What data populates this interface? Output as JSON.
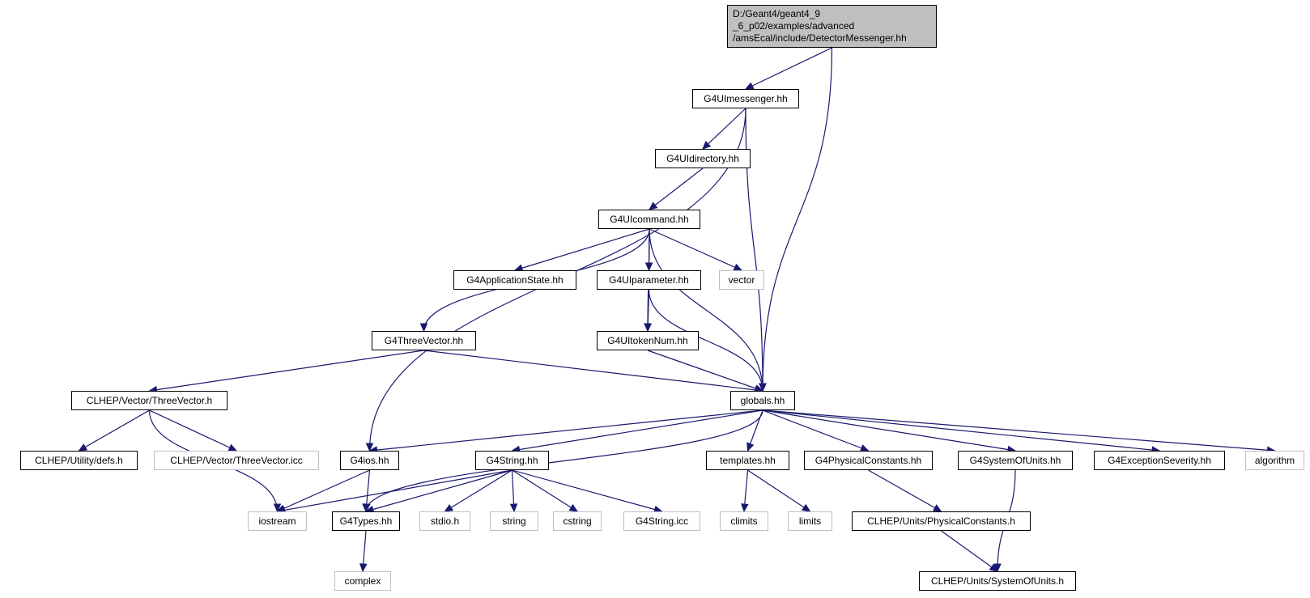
{
  "graph": {
    "colors": {
      "edge": "#191970",
      "node_border": "#000000",
      "system_border": "#bfbfbf",
      "root_fill": "#bfbfbf"
    },
    "root": {
      "id": "root",
      "label_lines": [
        "D:/Geant4/geant4_9",
        "_6_p02/examples/advanced",
        "/amsEcal/include/DetectorMessenger.hh"
      ]
    },
    "nodes": [
      {
        "id": "uimessenger",
        "label": "G4UImessenger.hh",
        "kind": "file"
      },
      {
        "id": "uidirectory",
        "label": "G4UIdirectory.hh",
        "kind": "file"
      },
      {
        "id": "uicommand",
        "label": "G4UIcommand.hh",
        "kind": "file"
      },
      {
        "id": "appstate",
        "label": "G4ApplicationState.hh",
        "kind": "file"
      },
      {
        "id": "uiparameter",
        "label": "G4UIparameter.hh",
        "kind": "file"
      },
      {
        "id": "vector",
        "label": "vector",
        "kind": "system"
      },
      {
        "id": "threevector",
        "label": "G4ThreeVector.hh",
        "kind": "file"
      },
      {
        "id": "uitokennum",
        "label": "G4UItokenNum.hh",
        "kind": "file"
      },
      {
        "id": "clhep_threevector",
        "label": "CLHEP/Vector/ThreeVector.h",
        "kind": "file"
      },
      {
        "id": "globals",
        "label": "globals.hh",
        "kind": "file"
      },
      {
        "id": "clhep_defs",
        "label": "CLHEP/Utility/defs.h",
        "kind": "file"
      },
      {
        "id": "clhep_threevector_icc",
        "label": "CLHEP/Vector/ThreeVector.icc",
        "kind": "system"
      },
      {
        "id": "g4ios",
        "label": "G4ios.hh",
        "kind": "file"
      },
      {
        "id": "g4string",
        "label": "G4String.hh",
        "kind": "file"
      },
      {
        "id": "templates",
        "label": "templates.hh",
        "kind": "file"
      },
      {
        "id": "physconst",
        "label": "G4PhysicalConstants.hh",
        "kind": "file"
      },
      {
        "id": "sysunits",
        "label": "G4SystemOfUnits.hh",
        "kind": "file"
      },
      {
        "id": "excseverity",
        "label": "G4ExceptionSeverity.hh",
        "kind": "file"
      },
      {
        "id": "algorithm",
        "label": "algorithm",
        "kind": "system"
      },
      {
        "id": "iostream",
        "label": "iostream",
        "kind": "system"
      },
      {
        "id": "g4types",
        "label": "G4Types.hh",
        "kind": "file"
      },
      {
        "id": "stdio",
        "label": "stdio.h",
        "kind": "system"
      },
      {
        "id": "string",
        "label": "string",
        "kind": "system"
      },
      {
        "id": "cstring",
        "label": "cstring",
        "kind": "system"
      },
      {
        "id": "g4string_icc",
        "label": "G4String.icc",
        "kind": "system"
      },
      {
        "id": "climits",
        "label": "climits",
        "kind": "system"
      },
      {
        "id": "limits",
        "label": "limits",
        "kind": "system"
      },
      {
        "id": "clhep_physconst",
        "label": "CLHEP/Units/PhysicalConstants.h",
        "kind": "file"
      },
      {
        "id": "complex",
        "label": "complex",
        "kind": "system"
      },
      {
        "id": "clhep_sysunits",
        "label": "CLHEP/Units/SystemOfUnits.h",
        "kind": "file"
      }
    ],
    "edges": [
      [
        "root",
        "uimessenger"
      ],
      [
        "root",
        "globals"
      ],
      [
        "uimessenger",
        "uidirectory"
      ],
      [
        "uimessenger",
        "globals"
      ],
      [
        "uimessenger",
        "g4ios"
      ],
      [
        "uidirectory",
        "uicommand"
      ],
      [
        "uicommand",
        "appstate"
      ],
      [
        "uicommand",
        "uiparameter"
      ],
      [
        "uicommand",
        "vector"
      ],
      [
        "uicommand",
        "threevector"
      ],
      [
        "uicommand",
        "uitokennum"
      ],
      [
        "uicommand",
        "globals"
      ],
      [
        "uiparameter",
        "uitokennum"
      ],
      [
        "uiparameter",
        "globals"
      ],
      [
        "uitokennum",
        "globals"
      ],
      [
        "threevector",
        "clhep_threevector"
      ],
      [
        "threevector",
        "globals"
      ],
      [
        "clhep_threevector",
        "clhep_defs"
      ],
      [
        "clhep_threevector",
        "clhep_threevector_icc"
      ],
      [
        "clhep_threevector",
        "iostream"
      ],
      [
        "globals",
        "g4ios"
      ],
      [
        "globals",
        "g4string"
      ],
      [
        "globals",
        "g4types"
      ],
      [
        "globals",
        "templates"
      ],
      [
        "globals",
        "physconst"
      ],
      [
        "globals",
        "sysunits"
      ],
      [
        "globals",
        "excseverity"
      ],
      [
        "globals",
        "algorithm"
      ],
      [
        "g4ios",
        "iostream"
      ],
      [
        "g4ios",
        "g4types"
      ],
      [
        "g4string",
        "iostream"
      ],
      [
        "g4string",
        "g4types"
      ],
      [
        "g4string",
        "stdio"
      ],
      [
        "g4string",
        "string"
      ],
      [
        "g4string",
        "cstring"
      ],
      [
        "g4string",
        "g4string_icc"
      ],
      [
        "templates",
        "climits"
      ],
      [
        "templates",
        "limits"
      ],
      [
        "physconst",
        "clhep_physconst"
      ],
      [
        "sysunits",
        "clhep_sysunits"
      ],
      [
        "clhep_physconst",
        "clhep_sysunits"
      ],
      [
        "g4types",
        "complex"
      ]
    ]
  }
}
